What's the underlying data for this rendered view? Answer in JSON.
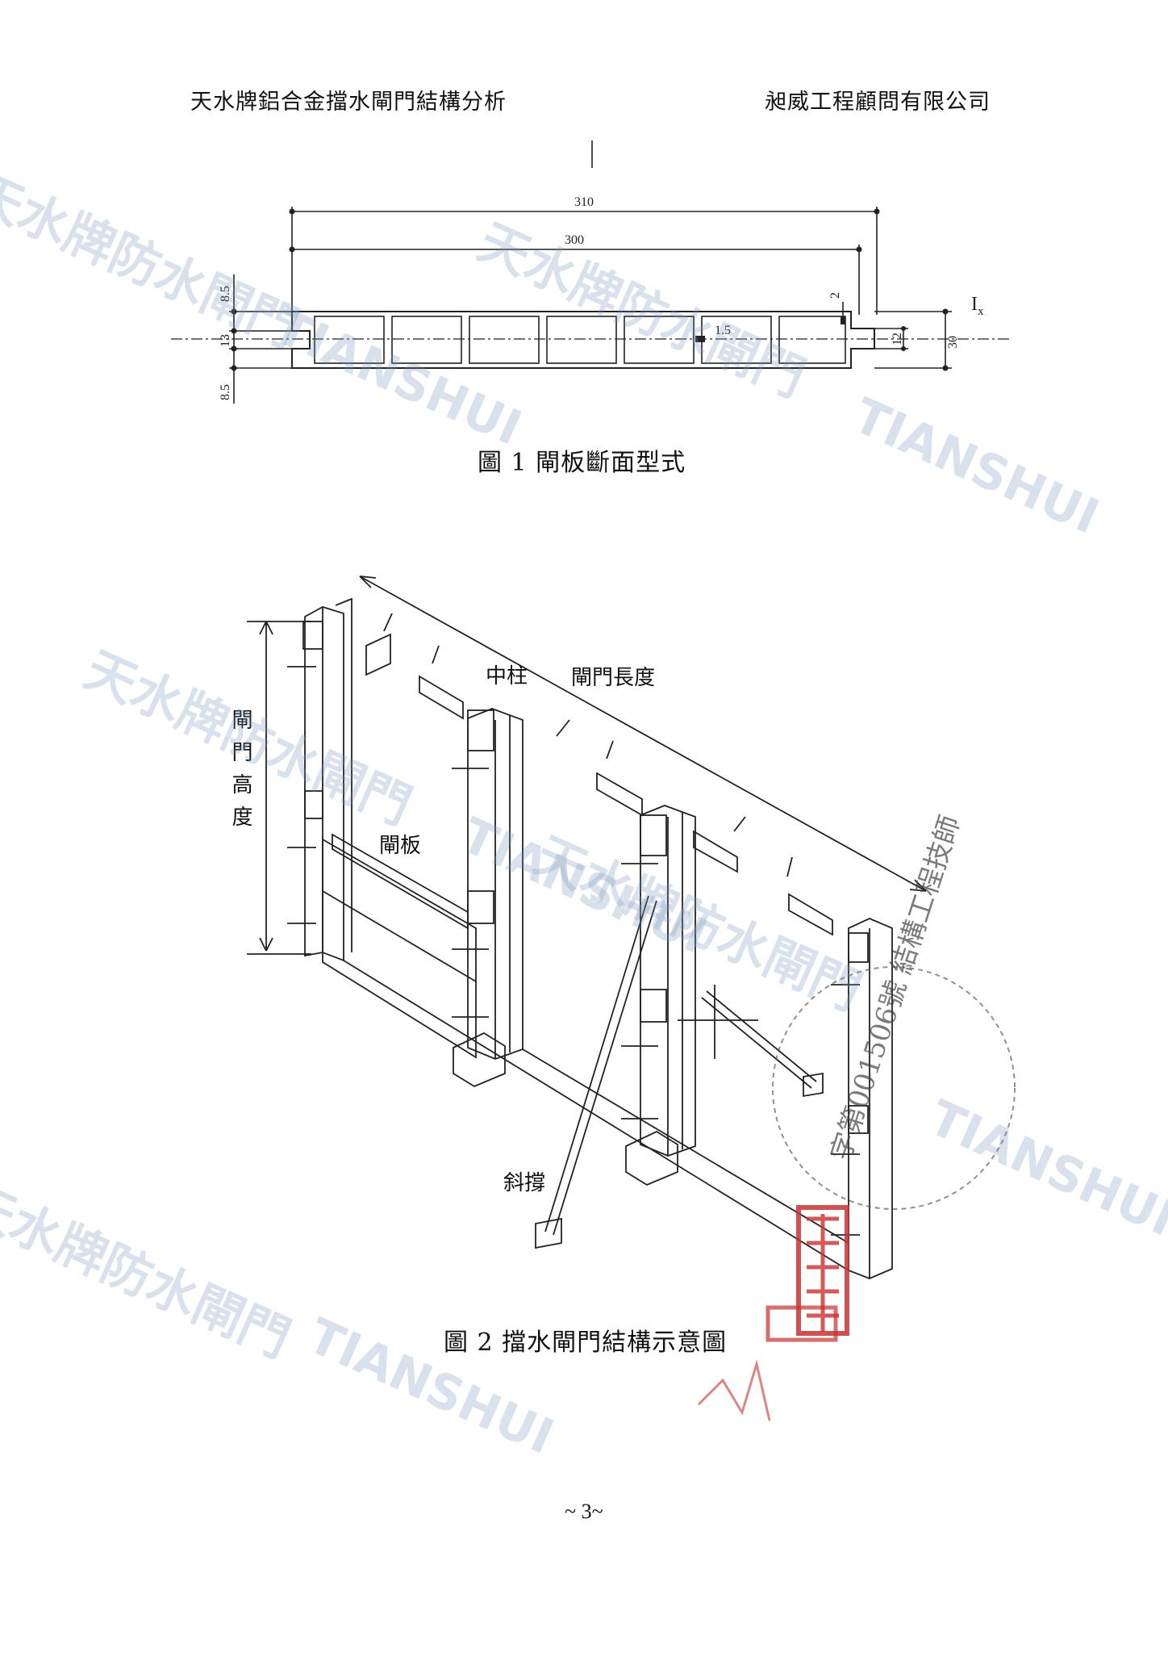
{
  "header": {
    "left": "天水牌鋁合金擋水閘門結構分析",
    "right": "昶威工程顧問有限公司"
  },
  "figure1": {
    "caption": "圖 1  閘板斷面型式",
    "dims": {
      "overall_width": "310",
      "inner_width": "300",
      "top_flange": "8.5",
      "middle": "13",
      "bottom_flange": "8.5",
      "wall": "2",
      "web": "1.5",
      "notch": "12",
      "depth": "30",
      "axis_label": "I",
      "axis_sub": "x"
    }
  },
  "figure2": {
    "caption": "圖 2 擋水閘門結構示意圖",
    "labels": {
      "center_post": "中柱",
      "gate_length": "閘門長度",
      "gate_height": "閘門高度",
      "gate_plate": "閘板",
      "brace": "斜撐"
    }
  },
  "stamp": {
    "seal_text": "字第001506號 結構工程技師"
  },
  "watermark": {
    "text_cn": "天水牌防水閘門",
    "text_en": "TIANSHUI",
    "color": "#7896b9"
  },
  "page_number": "~ 3~"
}
